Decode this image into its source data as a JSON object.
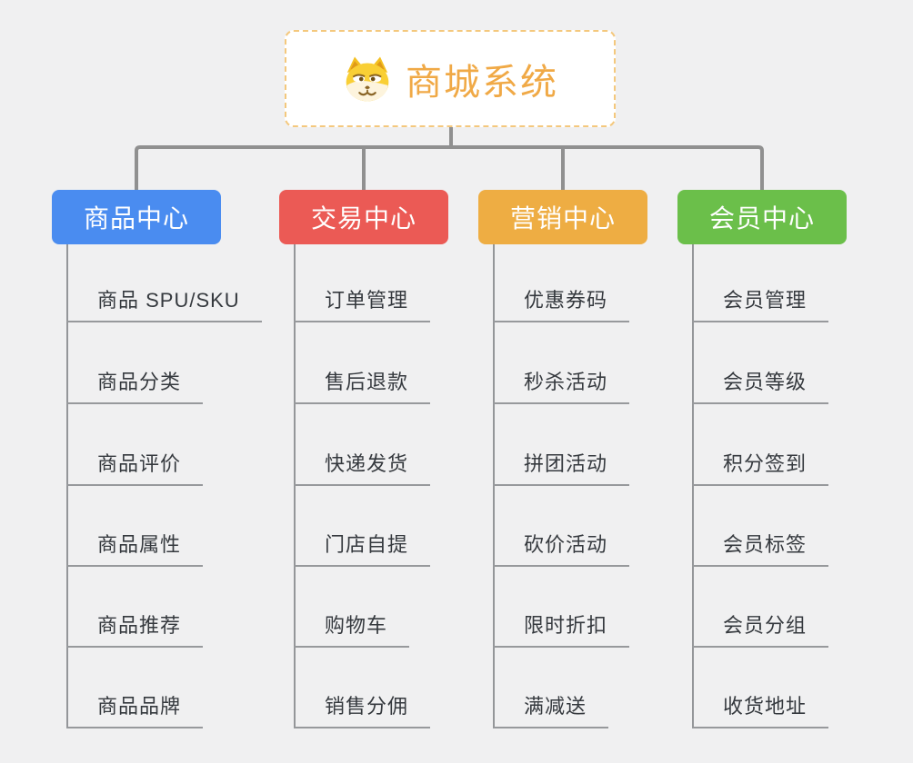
{
  "root": {
    "title": "商城系统",
    "icon": "dog-face-icon",
    "title_color": "#f0a946"
  },
  "connector_color": "#909090",
  "background_color": "#f0f0f1",
  "branches": [
    {
      "name": "product-center",
      "label": "商品中心",
      "color": "#4a8cf0",
      "items": [
        "商品 SPU/SKU",
        "商品分类",
        "商品评价",
        "商品属性",
        "商品推荐",
        "商品品牌"
      ]
    },
    {
      "name": "trade-center",
      "label": "交易中心",
      "color": "#eb5a55",
      "items": [
        "订单管理",
        "售后退款",
        "快递发货",
        "门店自提",
        "购物车",
        "销售分佣"
      ]
    },
    {
      "name": "marketing-center",
      "label": "营销中心",
      "color": "#eead43",
      "items": [
        "优惠券码",
        "秒杀活动",
        "拼团活动",
        "砍价活动",
        "限时折扣",
        "满减送"
      ]
    },
    {
      "name": "member-center",
      "label": "会员中心",
      "color": "#6bbf4a",
      "items": [
        "会员管理",
        "会员等级",
        "积分签到",
        "会员标签",
        "会员分组",
        "收货地址"
      ]
    }
  ]
}
